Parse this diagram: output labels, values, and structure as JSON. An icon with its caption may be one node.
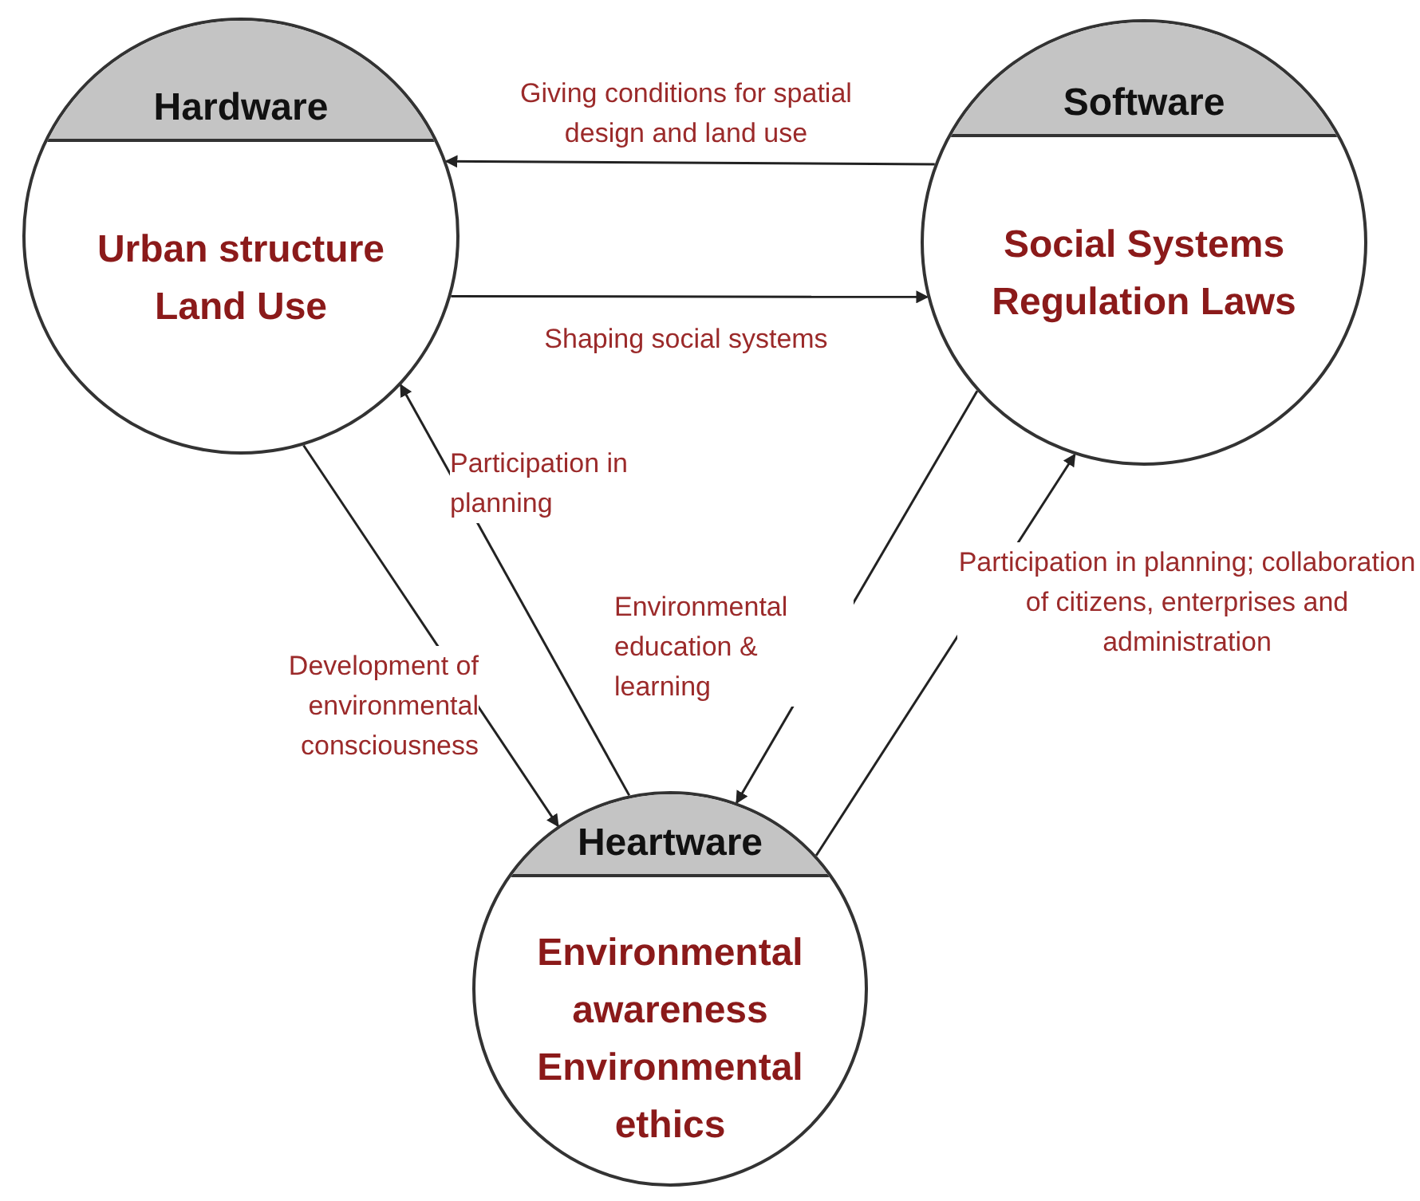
{
  "diagram": {
    "nodes": [
      {
        "text": [
          "Hardware",
          "Urban structure Land Use"
        ]
      },
      {
        "text": [
          "Software",
          "Social Systems Regulation Laws"
        ]
      },
      {
        "text": [
          "Heartware",
          "Environmental awareness Environmental ethics"
        ]
      }
    ],
    "edges": [
      {
        "from": 1,
        "to": 0,
        "arrow": "to",
        "label": "Giving conditions for spatial design and land use"
      },
      {
        "from": 0,
        "to": 1,
        "arrow": "to",
        "label": "Shaping  social systems"
      },
      {
        "from": 2,
        "to": 0,
        "arrow": "to",
        "label": "Participation in planning"
      },
      {
        "from": 0,
        "to": 2,
        "arrow": "to",
        "label": "Development of environmental consciousness"
      },
      {
        "from": 1,
        "to": 2,
        "arrow": "to",
        "label": "Environmental education & learning"
      },
      {
        "from": 2,
        "to": 1,
        "arrow": "to",
        "label": "Participation in planning; collaboration of citizens, enterprises and administration"
      }
    ]
  }
}
